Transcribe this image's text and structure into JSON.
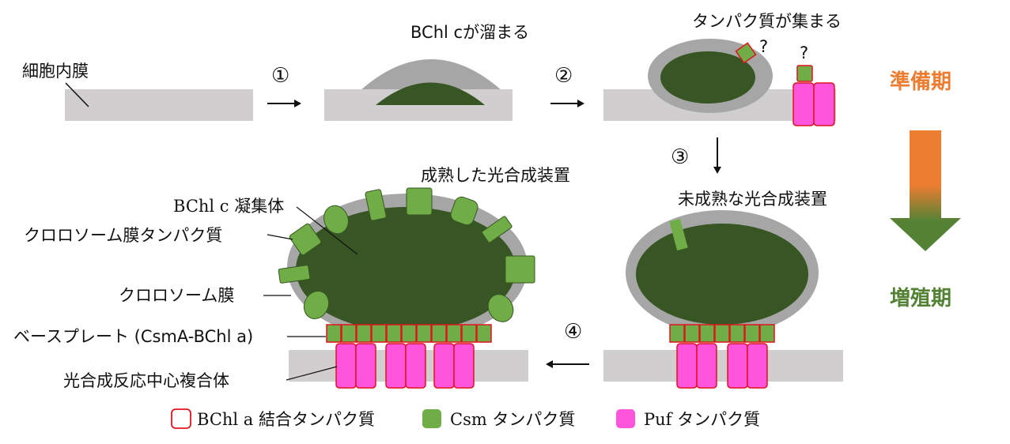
{
  "labels": {
    "membrane": "細胞内膜",
    "bchl_accum": "BChl cが溜まる",
    "protein_gather": "タンパク質が集まる",
    "q1": "?",
    "q2": "?",
    "mature": "成熟した光合成装置",
    "immature": "未成熟な光合成装置",
    "bchl_agg": "BChl c 凝集体",
    "chlorosome_protein": "クロロソーム膜タンパク質",
    "chlorosome_membrane": "クロロソーム膜",
    "baseplate": "ベースプレート (CsmA-BChl a)",
    "rc_complex": "光合成反応中心複合体"
  },
  "steps": {
    "s1": "①",
    "s2": "②",
    "s3": "③",
    "s4": "④"
  },
  "phases": {
    "prep": "準備期",
    "prep_color": "#ED7D31",
    "prolif": "増殖期",
    "prolif_color": "#548235"
  },
  "legend": {
    "bchl_a": "BChl a 結合タンパク質",
    "csm": "Csm タンパク質",
    "puf": "Puf タンパク質"
  },
  "colors": {
    "membrane": "#D0CECE",
    "shell": "#A6A6A6",
    "core": "#375623",
    "csm": "#70AD47",
    "bchl_a_border": "#E0141E",
    "puf": "#FF55DD"
  }
}
